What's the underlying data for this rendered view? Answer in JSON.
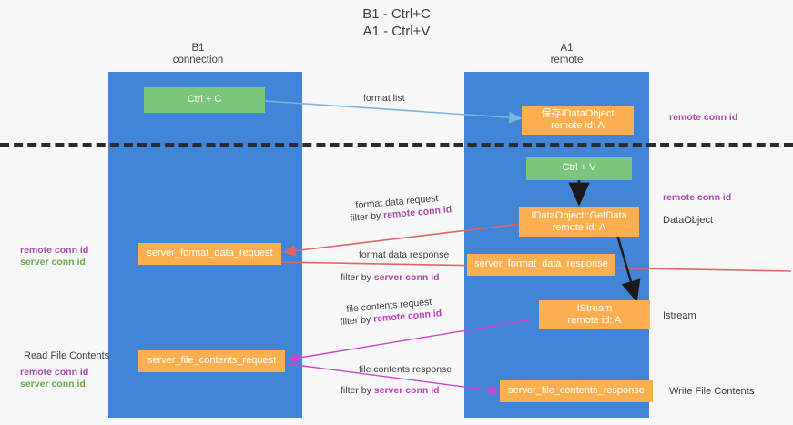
{
  "title": {
    "line1": "B1 - Ctrl+C",
    "line2": "A1 - Ctrl+V"
  },
  "columns": [
    {
      "name": "B1",
      "role": "connection"
    },
    {
      "name": "A1",
      "role": "remote"
    }
  ],
  "boxes": {
    "ctrl_c": {
      "label": "Ctrl + C"
    },
    "save_dataobject": {
      "line1": "保存IDataObject",
      "line2": "remote id: A"
    },
    "ctrl_v": {
      "label": "Ctrl + V"
    },
    "getdata": {
      "line1": "IDataObject::GetData",
      "line2": "remote id: A"
    },
    "format_req": {
      "label": "server_format_data_request"
    },
    "format_resp": {
      "label": "server_format_data_response"
    },
    "istream": {
      "line1": "IStream",
      "line2": "remote id: A"
    },
    "file_req": {
      "label": "server_file_contents_request"
    },
    "file_resp": {
      "label": "server_file_contents_response"
    }
  },
  "edge_labels": {
    "format_list": "format list",
    "format_data_request": "format data request",
    "format_data_request_filter_prefix": "filter by ",
    "format_data_request_filter_key": "remote conn id",
    "format_data_response": "format data response",
    "format_data_response_filter_prefix": "filter by ",
    "format_data_response_filter_key": "server conn id",
    "file_contents_request": "file contents request",
    "file_contents_request_filter_prefix": "filter by ",
    "file_contents_request_filter_key": "remote conn id",
    "file_contents_response": "file contents response",
    "file_contents_response_filter_prefix": "filter by ",
    "file_contents_response_filter_key": "server conn id"
  },
  "side_labels": {
    "right_remote_conn_id_top": "remote conn id",
    "right_remote_conn_id_mid": "remote conn id",
    "right_dataobject": "DataObject",
    "right_istream": "Istream",
    "right_write_file_contents": "Write File Contents",
    "left_remote_conn_id": "remote conn id",
    "left_server_conn_id": "server conn id",
    "left_read_file_contents": "Read File Contents",
    "left_remote_conn_id_2": "remote conn id",
    "left_server_conn_id_2": "server conn id"
  },
  "colors": {
    "lane": "#4285d6",
    "green_box": "#7bc67b",
    "orange_box": "#fbaf50",
    "purple_text": "#a64ca6",
    "green_text": "#6aa84f",
    "arrow_blue": "#9dc3e6",
    "arrow_red": "#e06666",
    "arrow_pink": "#cc44cc",
    "arrow_black": "#1a1a1a",
    "background": "#f7f7f7"
  }
}
